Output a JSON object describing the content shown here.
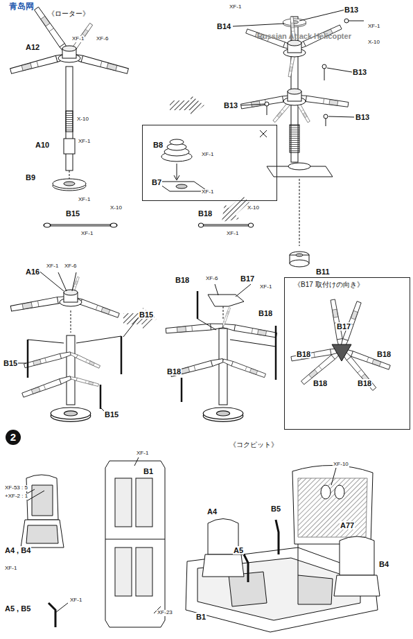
{
  "diagram": {
    "nodes": [
      {
        "text": [
          "B8",
          "XF-1",
          "B7",
          "XF-1"
        ]
      },
      {
        "text": [
          "《B17 取付けの向き》",
          "B17",
          "B18",
          "B18",
          "B18",
          "B18"
        ]
      },
      {
        "text": [
          "2"
        ]
      }
    ],
    "labels": [
      "青岛网",
      "《ローター》",
      "A12",
      "XF-1",
      "XF-6",
      "X-10",
      "A10",
      "XF-1",
      "B9",
      "XF-1",
      "XF-1",
      "B13",
      "XF-1",
      "X-10",
      "B14",
      "B13",
      "B13",
      "B13",
      "B11",
      "B15",
      "X-10",
      "XF-1",
      "A16",
      "XF-1",
      "XF-6",
      "B15",
      "B15",
      "B15",
      "B18",
      "X-10",
      "XF-1",
      "B18",
      "XF-6",
      "B17",
      "XF-1",
      "B18",
      "B18",
      "XF-1",
      "B1",
      "XF-53 : 5",
      "+XF-2 : 1",
      "A4 , B4",
      "XF-1",
      "A5 , B5",
      "XF-1",
      "XF-23",
      "《コクピット》",
      "XF-10",
      "A77",
      "B5",
      "A4",
      "A5",
      "B4",
      "B1",
      "Russian Attack Helicopter"
    ]
  }
}
